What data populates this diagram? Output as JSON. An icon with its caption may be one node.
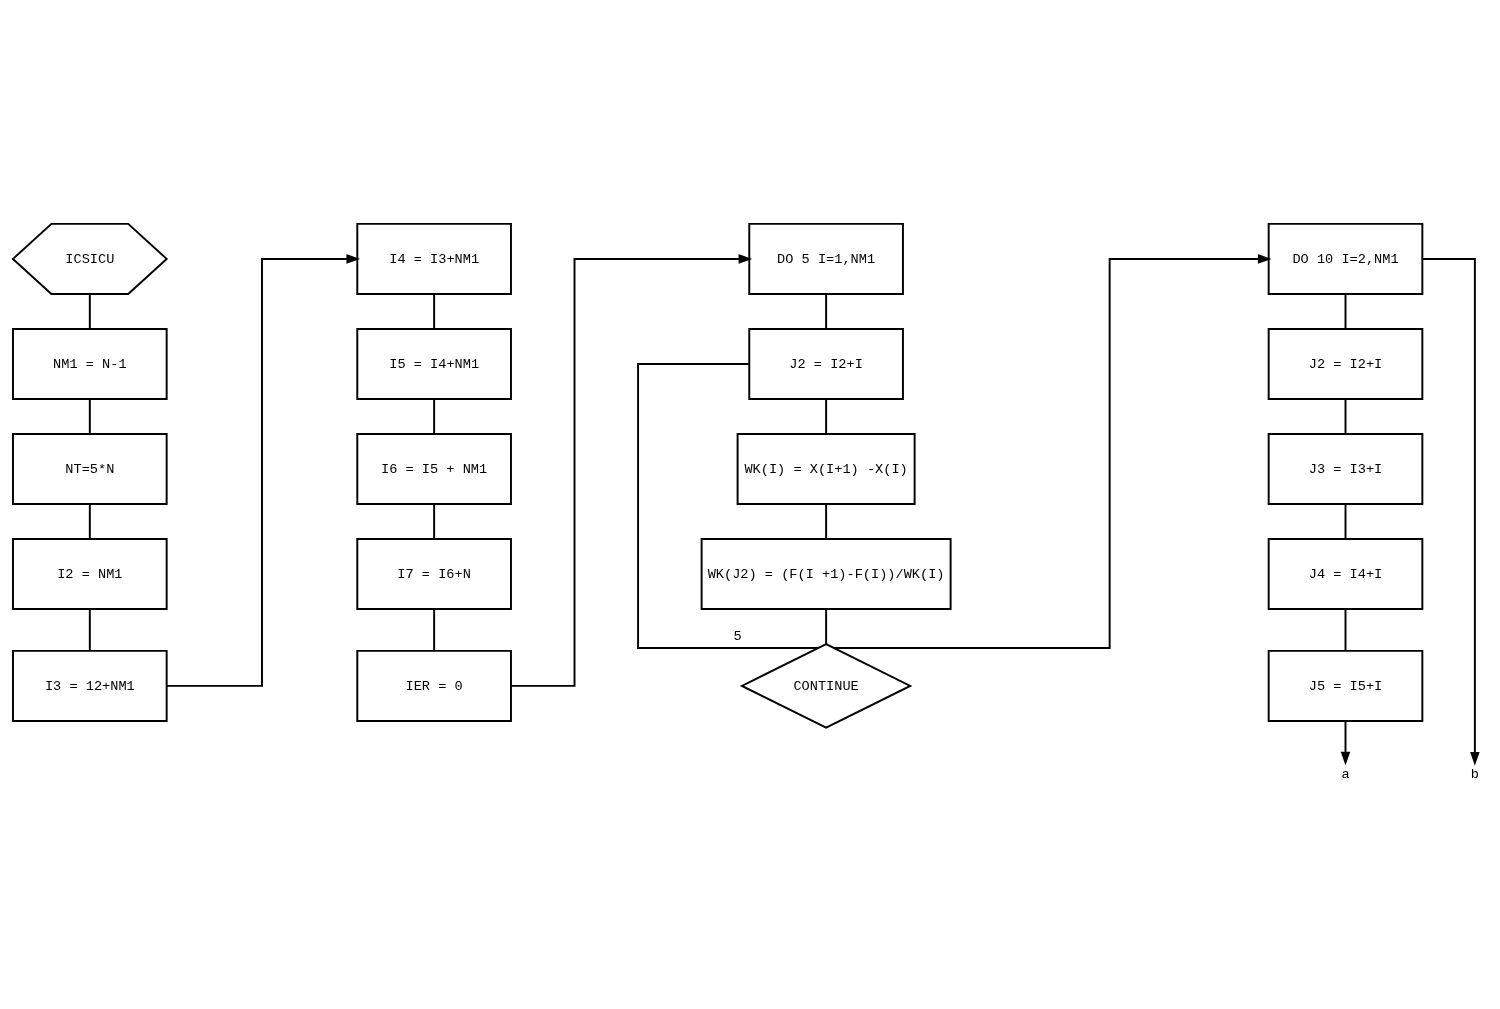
{
  "diagram": {
    "nodes": [
      {
        "text": [
          "ICSICU"
        ]
      },
      {
        "text": [
          "NM1 = N-1"
        ]
      },
      {
        "text": [
          "NT=5*N"
        ]
      },
      {
        "text": [
          "I2 = NM1"
        ]
      },
      {
        "text": [
          "I3 = 12+NM1"
        ]
      },
      {
        "text": [
          "I4 = I3+NM1"
        ]
      },
      {
        "text": [
          "I5 = I4+NM1"
        ]
      },
      {
        "text": [
          "I6 = I5 + NM1"
        ]
      },
      {
        "text": [
          "I7 = I6+N"
        ]
      },
      {
        "text": [
          "IER = 0"
        ]
      },
      {
        "text": [
          "DO 5 I=1,NM1"
        ]
      },
      {
        "text": [
          "J2 = I2+I"
        ]
      },
      {
        "text": [
          "WK(I) = X(I+1) -X(I)"
        ]
      },
      {
        "text": [
          "WK(J2) = (F(I +1)-F(I))/WK(I)"
        ]
      },
      {
        "text": [
          "CONTINUE"
        ],
        "beside": [
          "5"
        ]
      },
      {
        "text": [
          "DO 10 I=2,NM1"
        ]
      },
      {
        "text": [
          "J2 = I2+I"
        ]
      },
      {
        "text": [
          "J3 = I3+I"
        ]
      },
      {
        "text": [
          "J4 = I4+I"
        ]
      },
      {
        "text": [
          "J5 = I5+I"
        ]
      },
      {
        "text": [
          "a"
        ]
      },
      {
        "text": [
          "b"
        ]
      }
    ],
    "edges": [
      {
        "from": 0,
        "to": 1,
        "arrow": "none"
      },
      {
        "from": 1,
        "to": 2,
        "arrow": "none"
      },
      {
        "from": 2,
        "to": 3,
        "arrow": "none"
      },
      {
        "from": 3,
        "to": 4,
        "arrow": "none"
      },
      {
        "from": 4,
        "to": 5,
        "arrow": "to"
      },
      {
        "from": 5,
        "to": 6,
        "arrow": "none"
      },
      {
        "from": 6,
        "to": 7,
        "arrow": "none"
      },
      {
        "from": 7,
        "to": 8,
        "arrow": "none"
      },
      {
        "from": 8,
        "to": 9,
        "arrow": "none"
      },
      {
        "from": 9,
        "to": 10,
        "arrow": "to"
      },
      {
        "from": 10,
        "to": 11,
        "arrow": "none"
      },
      {
        "from": 11,
        "to": 12,
        "arrow": "none"
      },
      {
        "from": 12,
        "to": 13,
        "arrow": "none"
      },
      {
        "from": 13,
        "to": 14,
        "arrow": "none"
      },
      {
        "from": 14,
        "to": 11,
        "arrow": "none"
      },
      {
        "from": 14,
        "to": 15,
        "arrow": "to"
      },
      {
        "from": 15,
        "to": 16,
        "arrow": "none"
      },
      {
        "from": 15,
        "to": 21,
        "arrow": "to"
      },
      {
        "from": 16,
        "to": 17,
        "arrow": "none"
      },
      {
        "from": 17,
        "to": 18,
        "arrow": "none"
      },
      {
        "from": 18,
        "to": 19,
        "arrow": "none"
      },
      {
        "from": 19,
        "to": 20,
        "arrow": "to"
      }
    ]
  }
}
